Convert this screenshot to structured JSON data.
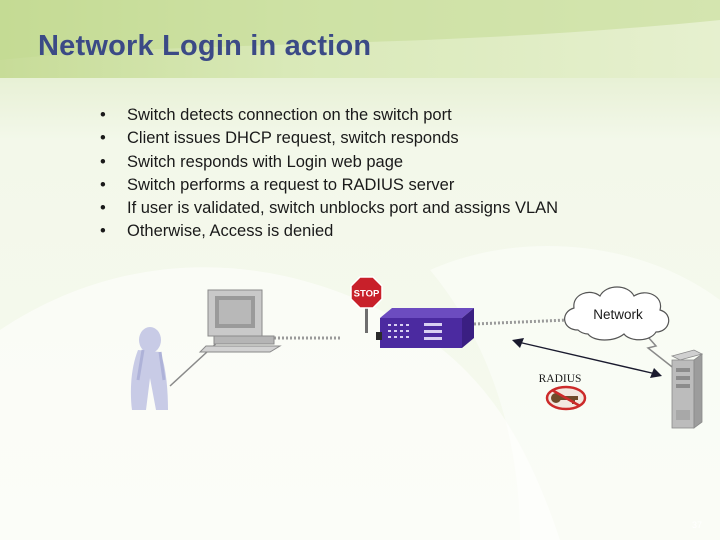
{
  "title": "Network Login in action",
  "bullets": [
    "Switch detects connection on the switch port",
    "Client issues DHCP request, switch responds",
    "Switch responds with Login web page",
    "Switch performs a request to RADIUS server",
    "If user is validated, switch unblocks port and assigns VLAN",
    "Otherwise, Access is denied"
  ],
  "diagram": {
    "stop_sign_text": "STOP",
    "cloud_label": "Network",
    "radius_label": "RADIUS",
    "icons": [
      "user-icon",
      "computer-icon",
      "stop-sign-icon",
      "switch-icon",
      "cloud-icon",
      "key-denied-icon",
      "server-icon"
    ]
  },
  "page_number": "37",
  "colors": {
    "title": "#3b4a86",
    "switch": "#4b2aa0",
    "stop_sign": "#c8202a",
    "background": "#f3f8ea"
  }
}
